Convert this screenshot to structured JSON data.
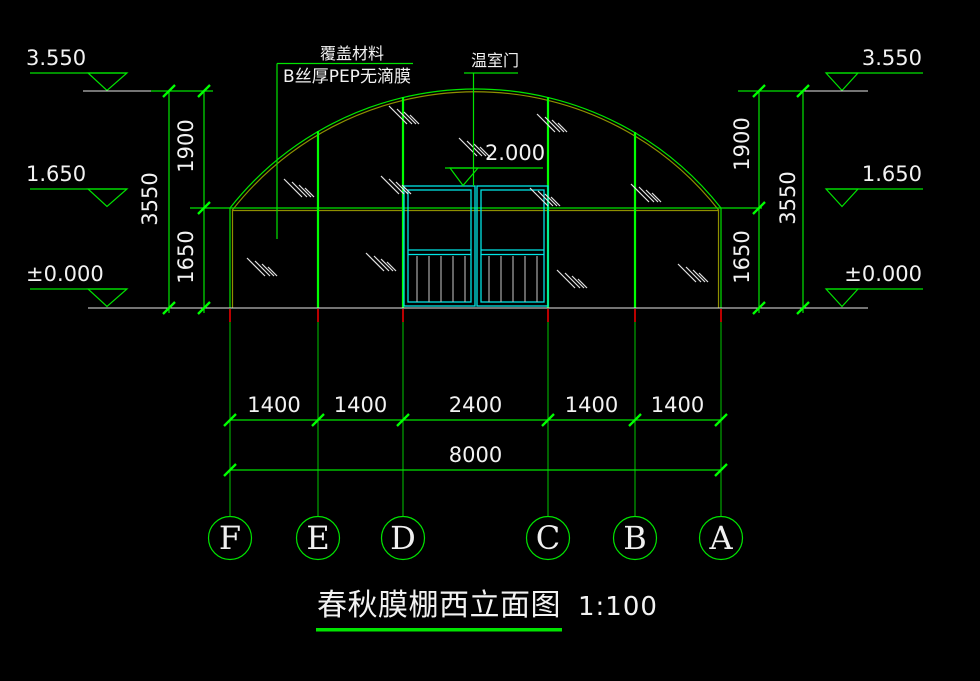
{
  "palette": {
    "background": "#000000",
    "structure_green": "#00ff00",
    "membrane_olive": "#8f8f00",
    "door_cyan": "#00e5e5",
    "grid_stub_red": "#d00000",
    "text_white": "#f2f2f2"
  },
  "labels": {
    "covering_material_line1": "覆盖材料",
    "covering_material_line2": "B丝厚PEP无滴膜",
    "greenhouse_door": "温室门",
    "door_top_elevation": "2.000"
  },
  "elevation_markers": {
    "left": [
      "3.550",
      "1.650",
      "±0.000"
    ],
    "right": [
      "3.550",
      "1.650",
      "±0.000"
    ]
  },
  "vertical_dimensions": {
    "left": {
      "overall": "3550",
      "upper": "1900",
      "lower": "1650"
    },
    "right": {
      "overall": "3550",
      "upper": "1900",
      "lower": "1650"
    }
  },
  "horizontal_dimensions": {
    "segments": [
      "1400",
      "1400",
      "2400",
      "1400",
      "1400"
    ],
    "overall": "8000"
  },
  "grid_bubbles": [
    "F",
    "E",
    "D",
    "C",
    "B",
    "A"
  ],
  "title": {
    "text": "春秋膜棚西立面图",
    "scale": "1:100"
  }
}
